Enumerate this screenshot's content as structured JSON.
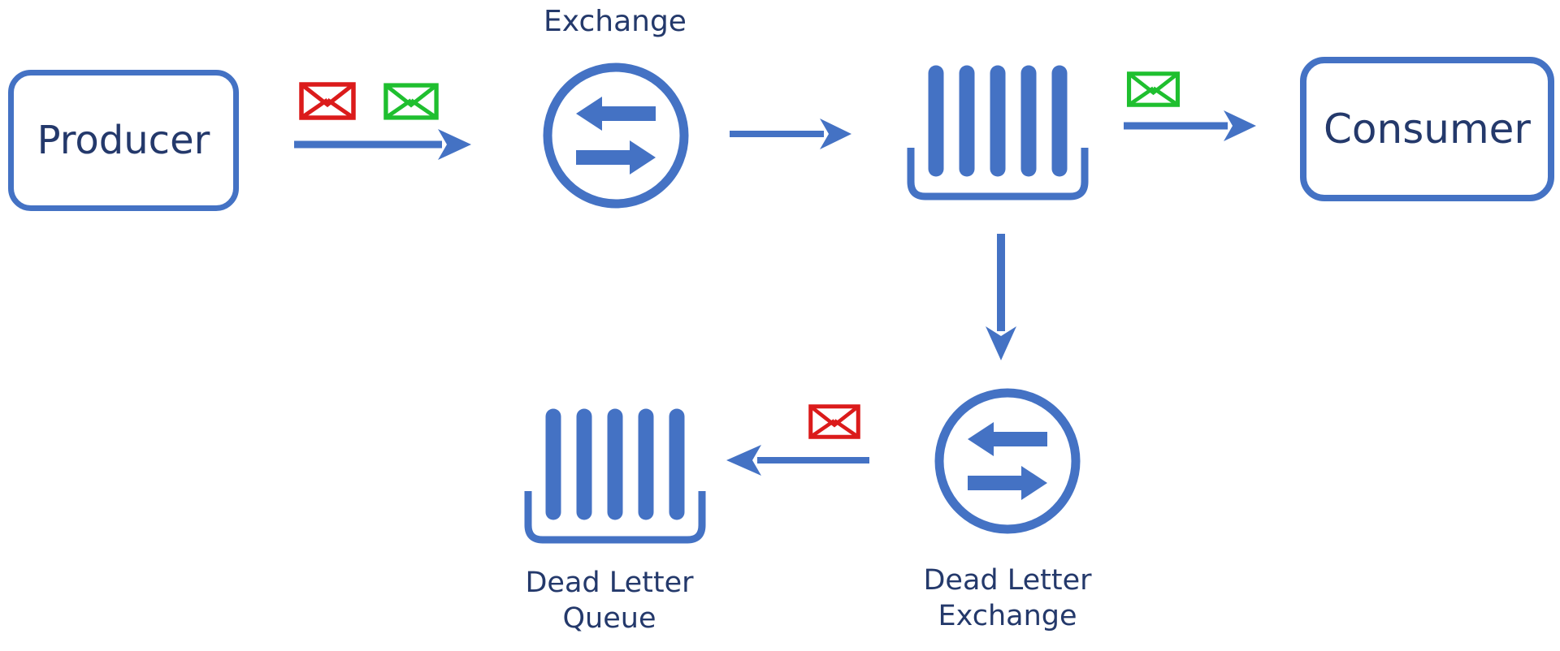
{
  "colors": {
    "primary_blue": "#4472C4",
    "label_navy": "#24396B",
    "dead_message_red": "#DB1B1B",
    "ok_message_green": "#1FBF2F",
    "background": "#FFFFFF"
  },
  "nodes": {
    "producer": {
      "label": "Producer",
      "shape": "rounded-rectangle"
    },
    "exchange": {
      "label": "Exchange",
      "icon": "circle-swap-arrows-icon"
    },
    "queue": {
      "label": "",
      "icon": "queue-bars-icon"
    },
    "consumer": {
      "label": "Consumer",
      "shape": "rounded-rectangle"
    },
    "dead_letter_exchange": {
      "label": "Dead Letter\nExchange",
      "icon": "circle-swap-arrows-icon"
    },
    "dead_letter_queue": {
      "label": "Dead Letter\nQueue",
      "icon": "queue-bars-icon"
    }
  },
  "icons": {
    "red_envelope": "red-envelope-icon",
    "green_envelope": "green-envelope-icon",
    "exchange": "circle-swap-arrows-icon",
    "queue": "queue-bars-icon"
  },
  "edges": [
    {
      "from": "producer",
      "to": "exchange",
      "direction": "right",
      "messages": [
        "red_envelope",
        "green_envelope"
      ]
    },
    {
      "from": "exchange",
      "to": "queue",
      "direction": "right",
      "messages": []
    },
    {
      "from": "queue",
      "to": "consumer",
      "direction": "right",
      "messages": [
        "green_envelope"
      ]
    },
    {
      "from": "queue",
      "to": "dead_letter_exchange",
      "direction": "down",
      "messages": []
    },
    {
      "from": "dead_letter_exchange",
      "to": "dead_letter_queue",
      "direction": "left",
      "messages": [
        "red_envelope"
      ]
    }
  ]
}
